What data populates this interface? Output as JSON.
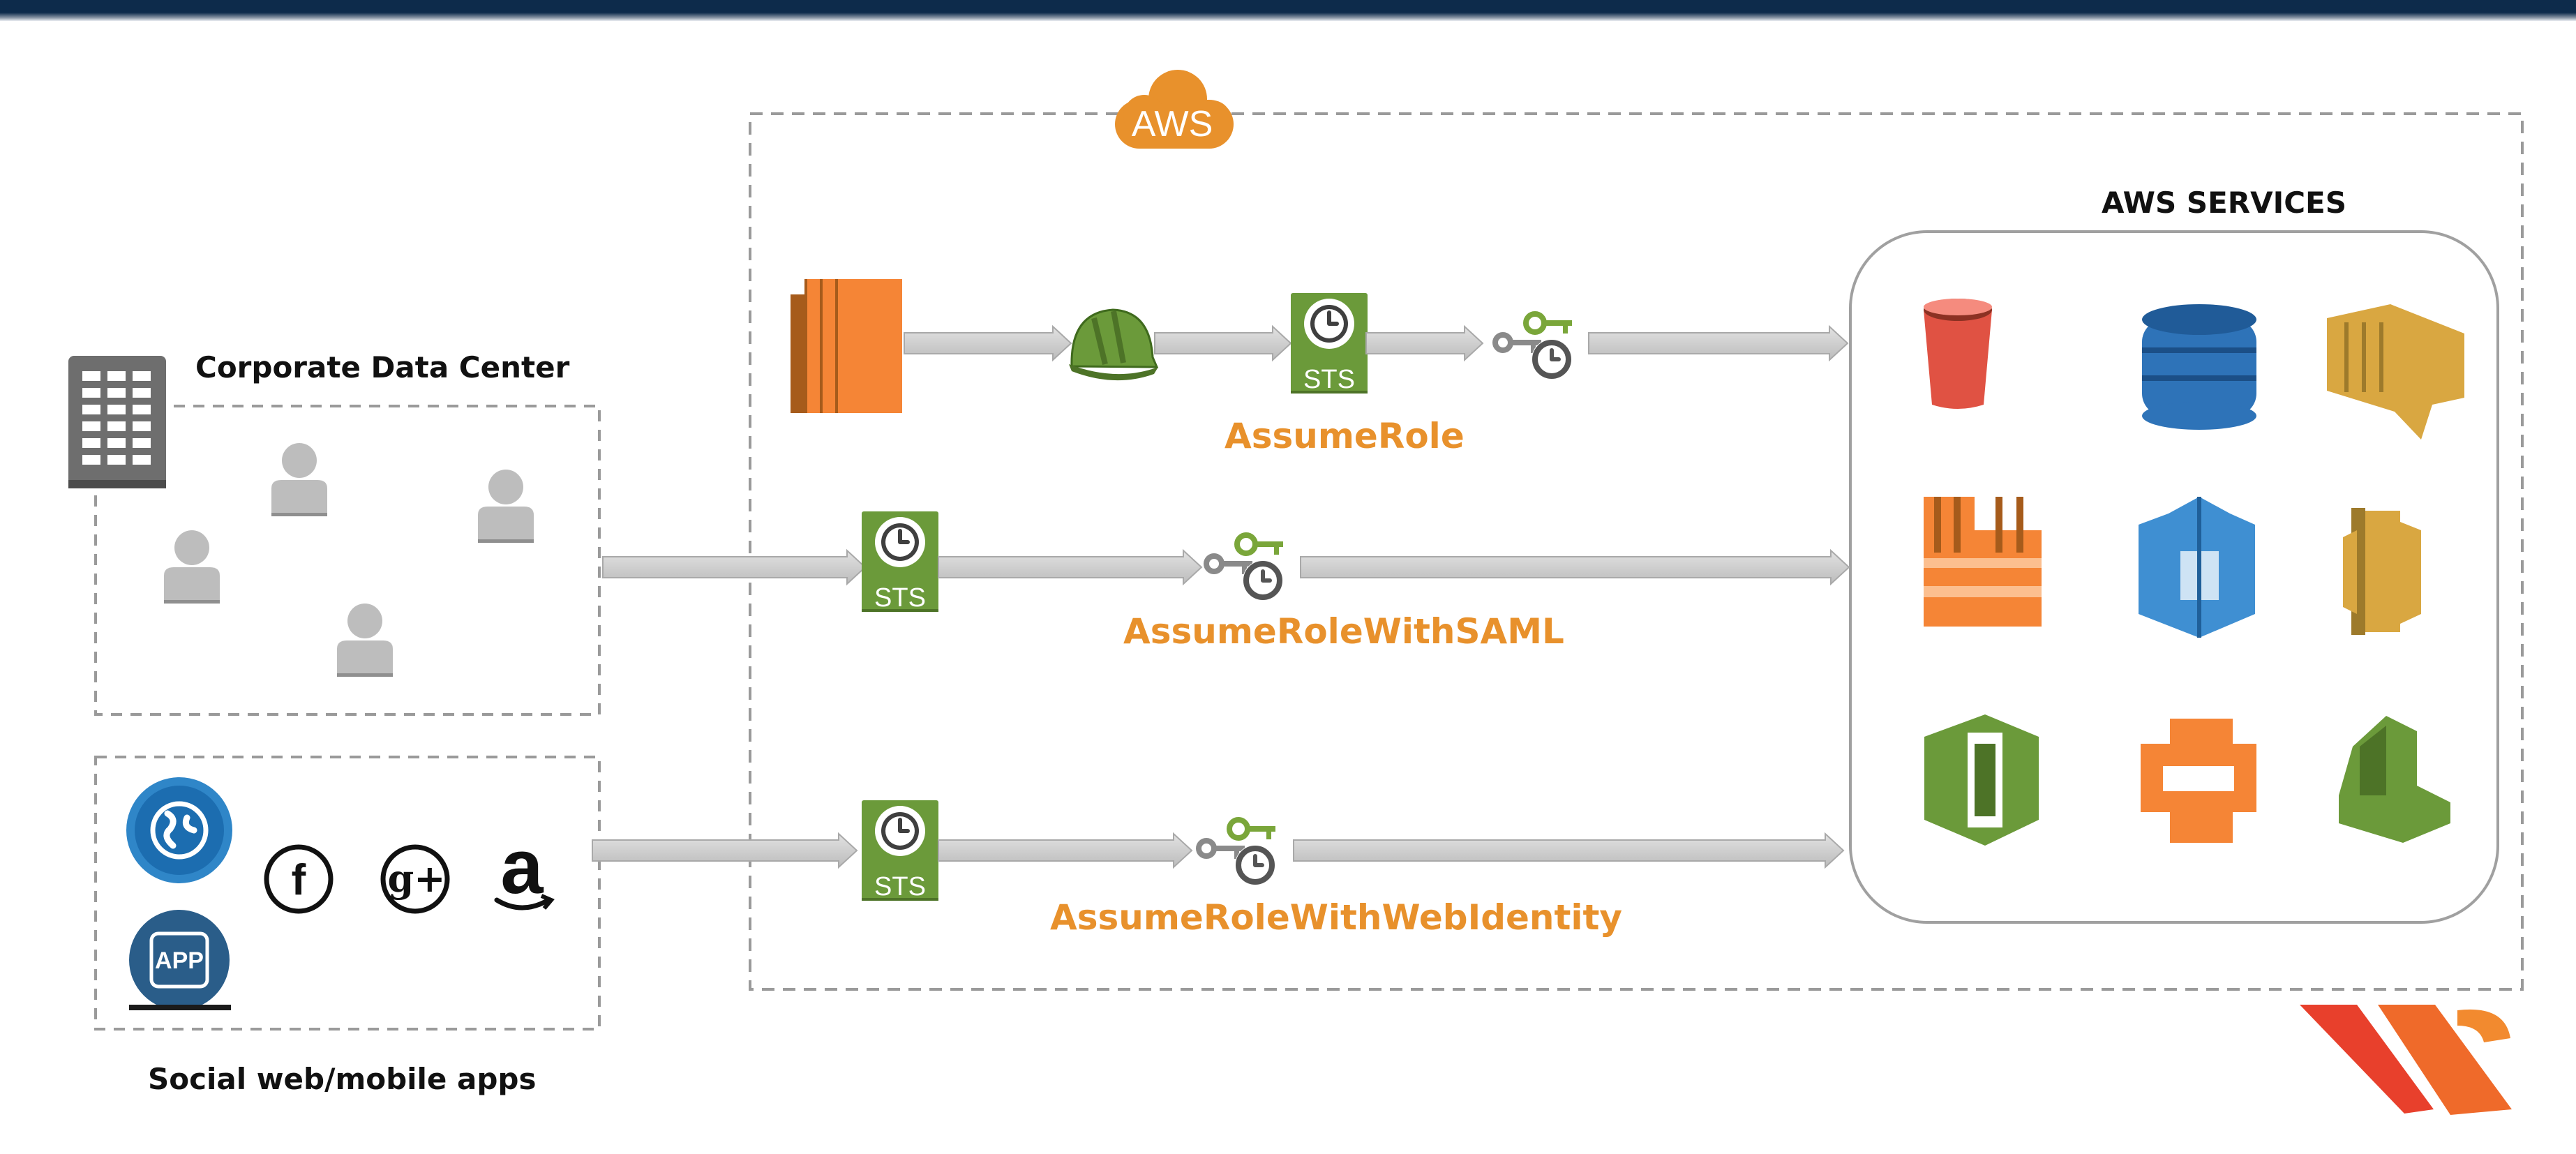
{
  "colors": {
    "header_bar": "#0d2b4b",
    "accent_orange": "#e8912c",
    "sts_green": "#6b9a3a",
    "arrow_gray": "#cfcfcf",
    "user_gray": "#bdbdbd",
    "logo_red": "#e8402c"
  },
  "cloud": {
    "label": "AWS"
  },
  "services": {
    "title": "AWS SERVICES",
    "icons": [
      "s3-bucket-icon",
      "dynamodb-icon",
      "kinesis-icon",
      "redshift-icon",
      "cognito-icon",
      "api-gateway-icon",
      "opsworks-icon",
      "ecs-icon",
      "beanstalk-icon"
    ]
  },
  "corporate": {
    "label": "Corporate Data Center"
  },
  "social": {
    "label": "Social web/mobile apps",
    "app_badge": "APP",
    "brand_glyphs": [
      "f",
      "g+",
      "a"
    ]
  },
  "flows": [
    {
      "api_label": "AssumeRole",
      "sts_label": "STS"
    },
    {
      "api_label": "AssumeRoleWithSAML",
      "sts_label": "STS"
    },
    {
      "api_label": "AssumeRoleWithWebIdentity",
      "sts_label": "STS"
    }
  ]
}
